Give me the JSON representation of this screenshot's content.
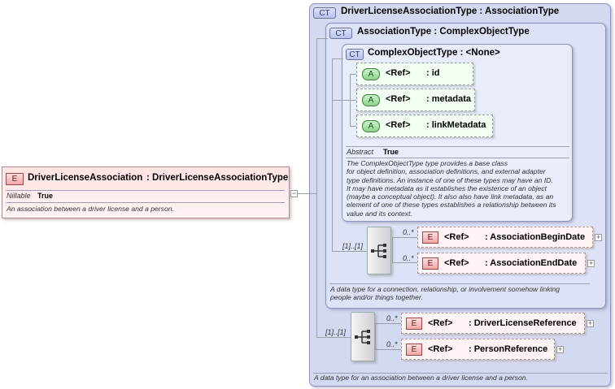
{
  "root_element": {
    "badge": "E",
    "name": "DriverLicenseAssociation",
    "type": ": DriverLicenseAssociationType",
    "nillable_label": "Nillable",
    "nillable_value": "True",
    "description": "An association between a driver license and a person."
  },
  "outer_type": {
    "badge": "CT",
    "title": "DriverLicenseAssociationType : AssociationType",
    "description": "A data type for an association between a driver license and a person.",
    "sequence_cardinality": "[1]..[1]",
    "elements": [
      {
        "badge": "E",
        "ref": "<Ref>",
        "name": ": DriverLicenseReference",
        "cardinality": "0..*"
      },
      {
        "badge": "E",
        "ref": "<Ref>",
        "name": ": PersonReference",
        "cardinality": "0..*"
      }
    ]
  },
  "mid_type": {
    "badge": "CT",
    "title": "AssociationType : ComplexObjectType",
    "description_line1": "A data type for a connection, relationship, or involvement somehow linking",
    "description_line2": "people and/or things together.",
    "sequence_cardinality": "[1]..[1]",
    "elements": [
      {
        "badge": "E",
        "ref": "<Ref>",
        "name": ": AssociationBeginDate",
        "cardinality": "0..*"
      },
      {
        "badge": "E",
        "ref": "<Ref>",
        "name": ": AssociationEndDate",
        "cardinality": "0..*"
      }
    ]
  },
  "inner_type": {
    "badge": "CT",
    "title": "ComplexObjectType : <None>",
    "attributes": [
      {
        "badge": "A",
        "ref": "<Ref>",
        "name": ": id"
      },
      {
        "badge": "A",
        "ref": "<Ref>",
        "name": ": metadata"
      },
      {
        "badge": "A",
        "ref": "<Ref>",
        "name": ": linkMetadata"
      }
    ],
    "abstract_label": "Abstract",
    "abstract_value": "True",
    "description_lines": [
      "The ComplexObjectType type provides a base class",
      "for object definition, association definitions, and external adapter",
      "type definitions. An instance of one of these types may have an ID.",
      "It may have metadata as it establishes the existence of an object",
      "(maybe a conceptual object). It also also have link metadata, as an",
      "element of one of these types establishes a relationship between its",
      "value and its context."
    ]
  }
}
